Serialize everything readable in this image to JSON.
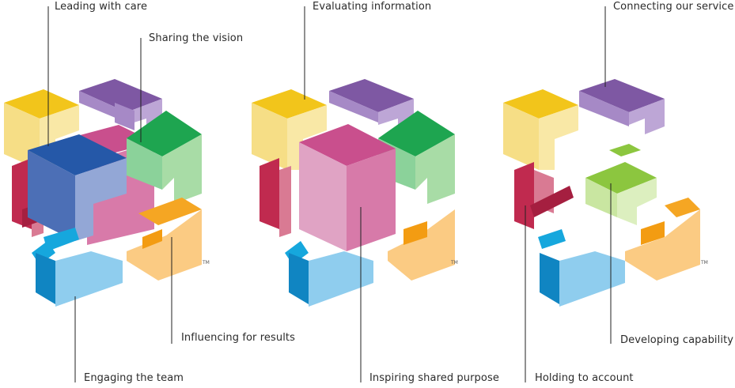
{
  "labels": {
    "leading_with_care": "Leading with care",
    "sharing_the_vision": "Sharing the vision",
    "evaluating_information": "Evaluating information",
    "connecting_our_service": "Connecting our service",
    "influencing_for_results": "Influencing for results",
    "developing_capability": "Developing capability",
    "engaging_the_team": "Engaging the team",
    "inspiring_shared_purpose": "Inspiring shared purpose",
    "holding_to_account": "Holding to account"
  },
  "trademark": "TM",
  "colors": {
    "yellow": "#f2c51b",
    "purple": "#7e58a3",
    "green": "#1ea550",
    "orange": "#f5a623",
    "crimson": "#c02a4f",
    "cyan": "#16a7dd",
    "blue": "#2558a8",
    "magenta": "#c94f8d",
    "lime": "#8cc63f"
  }
}
